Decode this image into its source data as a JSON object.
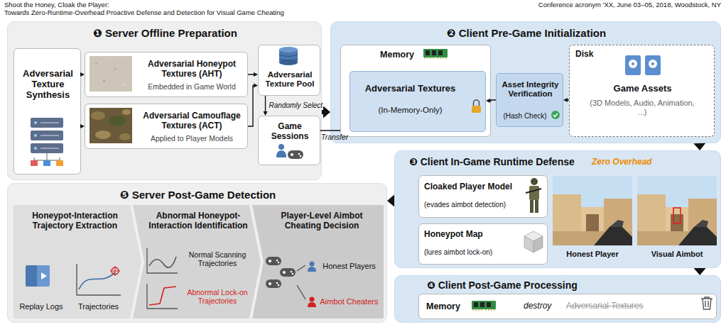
{
  "diagram": {
    "nodes": [
      {
        "text": [
          "❶ Server Offline Preparation"
        ]
      },
      {
        "text": [
          "Adversarial Texture Synthesis"
        ],
        "in": 0
      },
      {
        "text": [
          "Adversarial Honeypot Textures (AHT)",
          "Embedded in Game World"
        ],
        "in": 0
      },
      {
        "text": [
          "Adversarial Camouflage Textures (ACT)",
          "Applied to Player Models"
        ],
        "in": 0
      },
      {
        "text": [
          "Adversarial Texture Pool"
        ],
        "in": 0
      },
      {
        "text": [
          "Game Sessions"
        ],
        "in": 0
      },
      {
        "text": [
          "❷ Client Pre-Game Initialization"
        ]
      },
      {
        "text": [
          "Memory"
        ],
        "in": 6
      },
      {
        "text": [
          "Adversarial Textures",
          "(In-Memory-Only)"
        ],
        "in": 7
      },
      {
        "text": [
          "Asset Integrity Verification",
          "(Hash Check)"
        ],
        "in": 6
      },
      {
        "text": [
          "Disk",
          "Game Assets",
          "(3D Models, Audio, Animation, ...)"
        ],
        "in": 6
      },
      {
        "text": [
          "❸ Client In-Game Runtime Defense",
          "Zero Overhead"
        ]
      },
      {
        "text": [
          "Cloaked Player Model",
          "(evades aimbot detection)"
        ],
        "in": 11
      },
      {
        "text": [
          "Honeypot Map",
          "(lures aimbot lock-on)"
        ],
        "in": 11
      },
      {
        "text": [
          "❹ Client Post-Game Processing"
        ]
      },
      {
        "text": [
          "Memory",
          "destroy",
          "Adversarial Textures"
        ],
        "in": 14
      },
      {
        "text": [
          "❺ Server Post-Game Detection"
        ]
      },
      {
        "text": [
          "Honeypot-Interaction Trajectory Extraction",
          "Replay Logs",
          "Trajectories"
        ],
        "in": 16
      },
      {
        "text": [
          "Abnormal Honeypot-Interaction Identification",
          "Normal Scanning Trajectories",
          "Abnormal Lock-on Trajectories"
        ],
        "in": 16
      },
      {
        "text": [
          "Player-Level Aimbot Cheating Decision",
          "Honest Players",
          "Aimbot Cheaters"
        ],
        "in": 16
      }
    ],
    "edges": [
      {
        "from": 1,
        "to": 2,
        "arrow": "to"
      },
      {
        "from": 1,
        "to": 3,
        "arrow": "to"
      },
      {
        "from": 2,
        "to": 4,
        "arrow": "to"
      },
      {
        "from": 3,
        "to": 4,
        "arrow": "to"
      },
      {
        "from": 4,
        "to": 5,
        "label": "Randomly Select",
        "arrow": "to"
      },
      {
        "from": 5,
        "to": 7,
        "label": "Transfer",
        "arrow": "none"
      },
      {
        "from": 0,
        "to": 6,
        "arrow": "to"
      },
      {
        "from": 10,
        "to": 9,
        "arrow": "to"
      },
      {
        "from": 9,
        "to": 8,
        "arrow": "to"
      },
      {
        "from": 6,
        "to": 11,
        "arrow": "to"
      },
      {
        "from": 11,
        "to": 14,
        "arrow": "to"
      },
      {
        "from": 11,
        "to": 16,
        "arrow": "to"
      }
    ],
    "labels": [
      "Shoot the Honey, Cloak the Player:",
      "Towards Zero-Runtime-Overhead Proactive Defense and Detection for Visual Game Cheating",
      "Conference acronym 'XX, June 03–05, 2018, Woodstock, NY",
      "Honest Player",
      "Visual Aimbot"
    ]
  }
}
